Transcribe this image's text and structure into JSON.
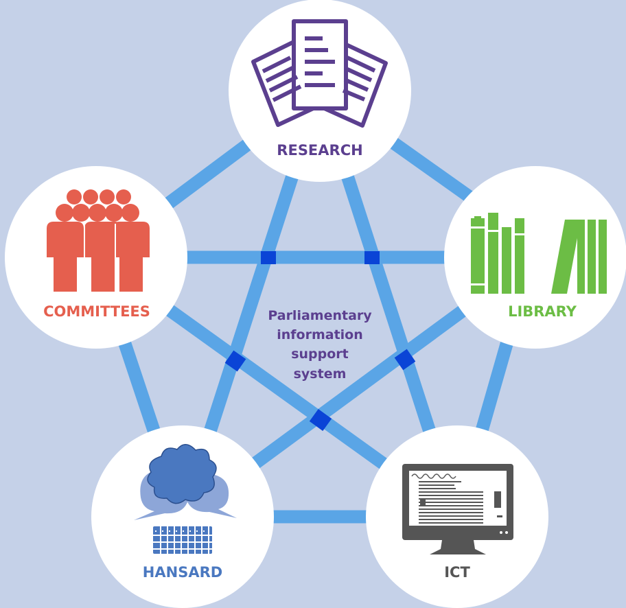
{
  "title": "Parliamentary information support system",
  "center_lines": [
    "Parliamentary",
    "information",
    "support",
    "system"
  ],
  "nodes": {
    "research": {
      "label": "RESEARCH",
      "color": "#5b3f8f",
      "icon": "documents-icon"
    },
    "library": {
      "label": "LIBRARY",
      "color": "#6cbd45",
      "icon": "books-icon"
    },
    "ict": {
      "label": "ICT",
      "color": "#555555",
      "icon": "monitor-icon"
    },
    "hansard": {
      "label": "HANSARD",
      "color": "#4a78c0",
      "icon": "speech-bubbles-keyboard-icon"
    },
    "committees": {
      "label": "COMMITTEES",
      "color": "#e55f4e",
      "icon": "people-group-icon"
    }
  },
  "colors": {
    "background": "#c5d1e8",
    "connector": "#5aa5e6",
    "connector_intersection": "#0a44d6",
    "center_text": "#5b3f8f",
    "node_fill": "#ffffff"
  }
}
